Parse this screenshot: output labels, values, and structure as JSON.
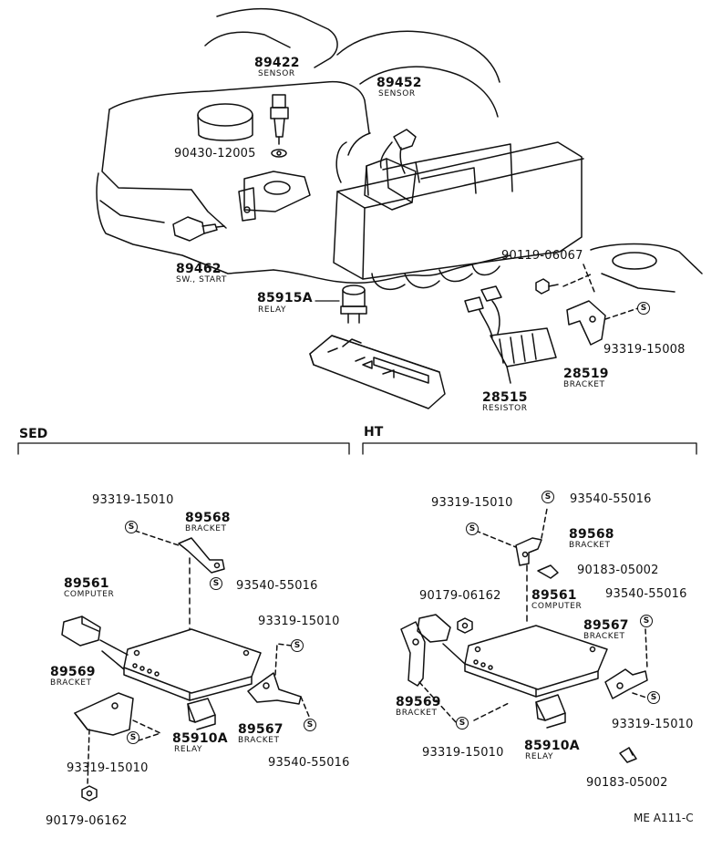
{
  "sections": {
    "sed": "SED",
    "ht": "HT"
  },
  "reference": "ME A111-C",
  "washer_symbol": "S",
  "top": {
    "p89422": {
      "num": "89422",
      "cap": "SENSOR"
    },
    "p89452": {
      "num": "89452",
      "cap": "SENSOR"
    },
    "p90430": {
      "num": "90430-12005"
    },
    "p89462": {
      "num": "89462",
      "cap": "SW., START"
    },
    "p90119": {
      "num": "90119-06067"
    },
    "p85915": {
      "num": "85915A",
      "cap": "RELAY"
    },
    "p93319": {
      "num": "93319-15008"
    },
    "p28519": {
      "num": "28519",
      "cap": "BRACKET"
    },
    "p28515": {
      "num": "28515",
      "cap": "RESISTOR"
    }
  },
  "sed": {
    "s93319a": {
      "num": "93319-15010"
    },
    "b89568": {
      "num": "89568",
      "cap": "BRACKET"
    },
    "s93540a": {
      "num": "93540-55016"
    },
    "c89561": {
      "num": "89561",
      "cap": "COMPUTER"
    },
    "s93319b": {
      "num": "93319-15010"
    },
    "b89569": {
      "num": "89569",
      "cap": "BRACKET"
    },
    "r85910": {
      "num": "85910A",
      "cap": "RELAY"
    },
    "b89567": {
      "num": "89567",
      "cap": "BRACKET"
    },
    "s93540b": {
      "num": "93540-55016"
    },
    "s93319c": {
      "num": "93319-15010"
    },
    "n90179": {
      "num": "90179-06162"
    }
  },
  "ht": {
    "s93319a": {
      "num": "93319-15010"
    },
    "s93540a": {
      "num": "93540-55016"
    },
    "b89568": {
      "num": "89568",
      "cap": "BRACKET"
    },
    "p90183a": {
      "num": "90183-05002"
    },
    "n90179": {
      "num": "90179-06162"
    },
    "c89561": {
      "num": "89561",
      "cap": "COMPUTER"
    },
    "s93540b": {
      "num": "93540-55016"
    },
    "b89567": {
      "num": "89567",
      "cap": "BRACKET"
    },
    "b89569": {
      "num": "89569",
      "cap": "BRACKET"
    },
    "s93319b": {
      "num": "93319-15010"
    },
    "r85910": {
      "num": "85910A",
      "cap": "RELAY"
    },
    "s93319c": {
      "num": "93319-15010"
    },
    "p90183b": {
      "num": "90183-05002"
    }
  }
}
